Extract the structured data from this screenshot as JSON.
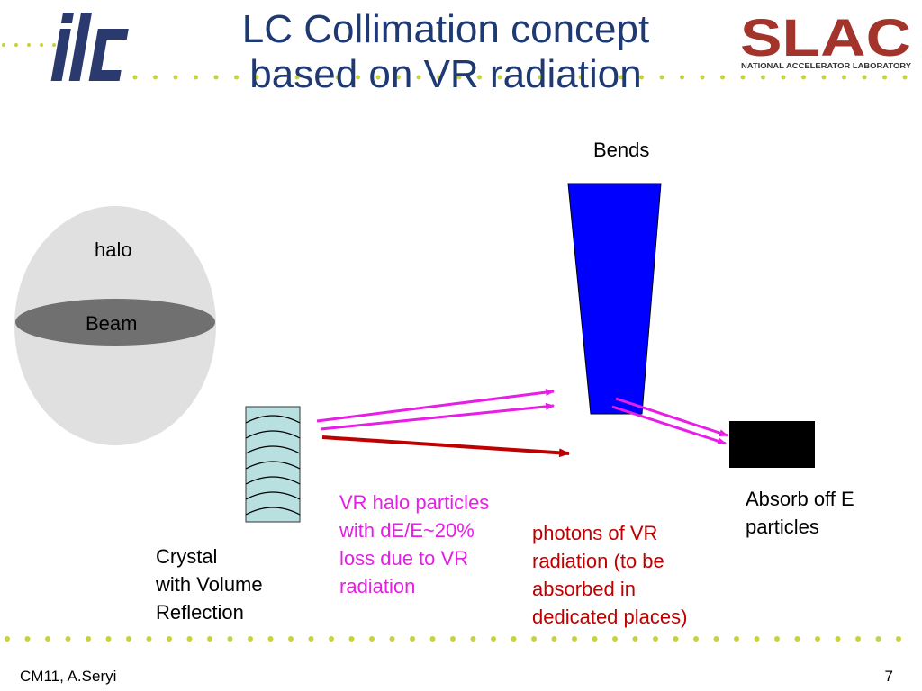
{
  "slide": {
    "title_line1": "LC Collimation concept",
    "title_line2": "based on VR radiation",
    "logos": {
      "ilc": "ilc",
      "slac": "SLAC",
      "slac_subtitle": "NATIONAL ACCELERATOR LABORATORY"
    },
    "labels": {
      "bends": "Bends",
      "halo": "halo",
      "beam": "Beam",
      "crystal": [
        "Crystal",
        "with Volume",
        "Reflection"
      ],
      "vr_halo": [
        "VR halo particles",
        "with dE/E~20%",
        "loss due to VR",
        "radiation"
      ],
      "photons": [
        "photons of VR",
        "radiation (to be",
        "absorbed in",
        "dedicated places)"
      ],
      "absorb": [
        "Absorb off E",
        "particles"
      ]
    },
    "footer": {
      "author": "CM11, A.Seryi",
      "page": "7"
    },
    "colors": {
      "title": "#1f3a73",
      "magenta": "#e61ee6",
      "red": "#c00000",
      "bend_blue": "#0000ff",
      "halo_fill": "#e0e0e0",
      "beam_fill": "#707070",
      "crystal_fill": "#b9e0e0",
      "slac_red": "#a3342c",
      "ilc_blue": "#2a3a6e",
      "dot_color": "#c8d23c"
    }
  }
}
